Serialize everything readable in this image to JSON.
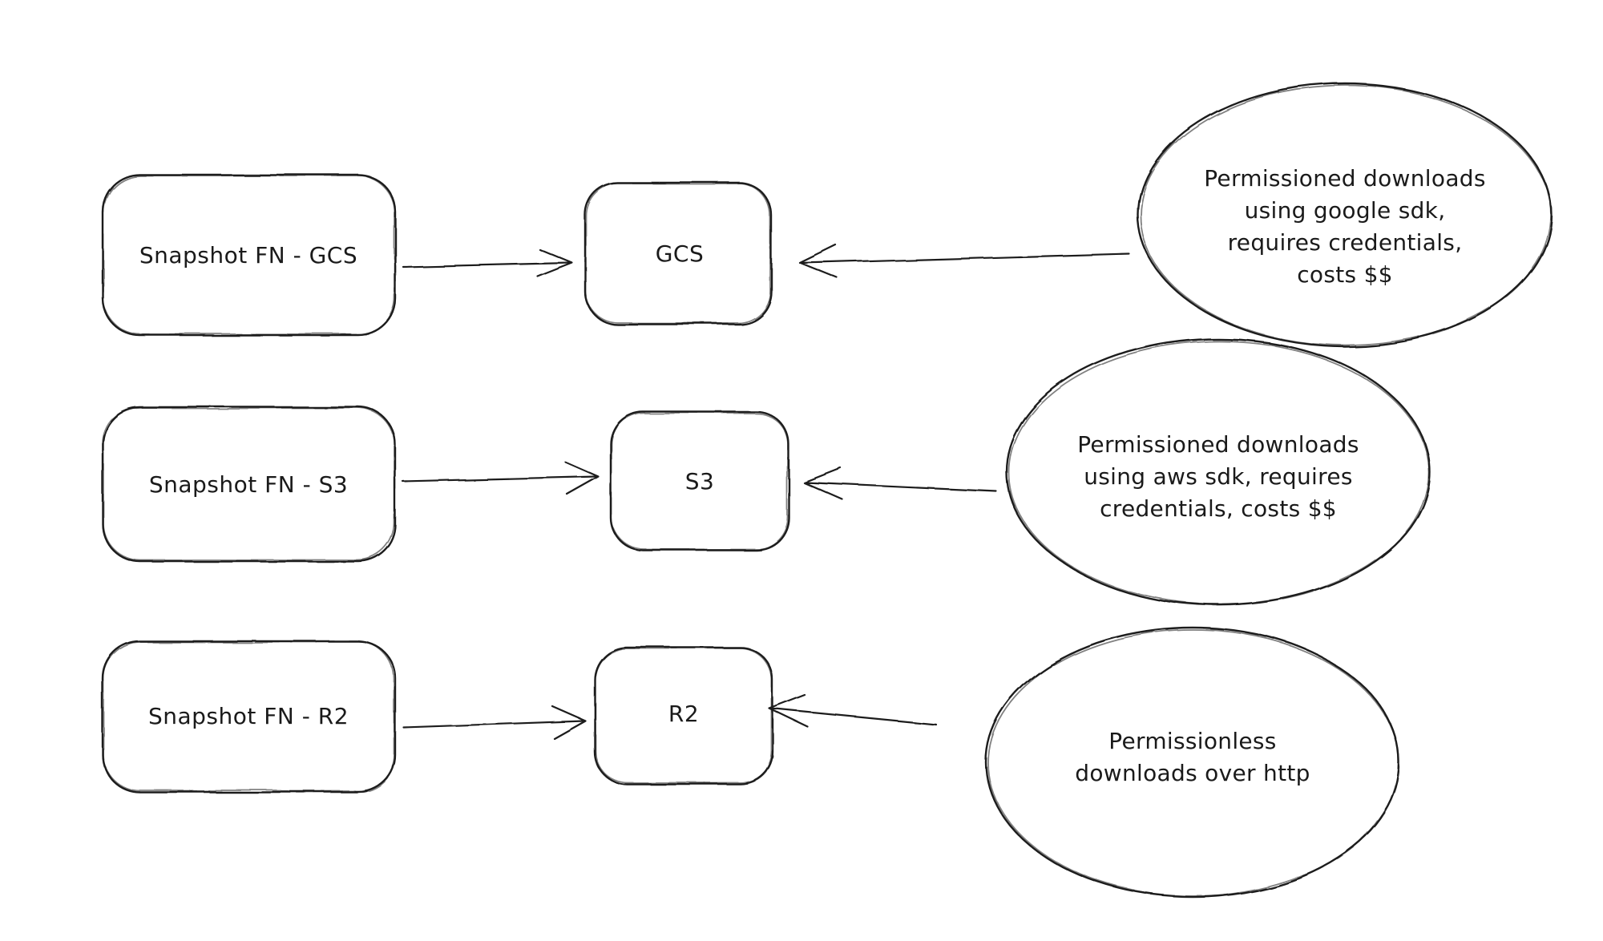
{
  "canvas": {
    "background": "#ffffff",
    "stroke_color": "#1c1c1c",
    "text_color": "#1a1a1a",
    "style": "hand-drawn-sketch"
  },
  "rows": [
    {
      "id": "gcs",
      "source": "Snapshot FN - GCS",
      "target": "GCS",
      "note": [
        "Permissioned downloads",
        "using google sdk,",
        "requires credentials,",
        "costs $$"
      ]
    },
    {
      "id": "s3",
      "source": "Snapshot FN - S3",
      "target": "S3",
      "note": [
        "Permissioned downloads",
        "using aws sdk, requires",
        "credentials, costs $$"
      ]
    },
    {
      "id": "r2",
      "source": "Snapshot FN - R2",
      "target": "R2",
      "note": [
        "Permissionless",
        "downloads over http"
      ]
    }
  ]
}
